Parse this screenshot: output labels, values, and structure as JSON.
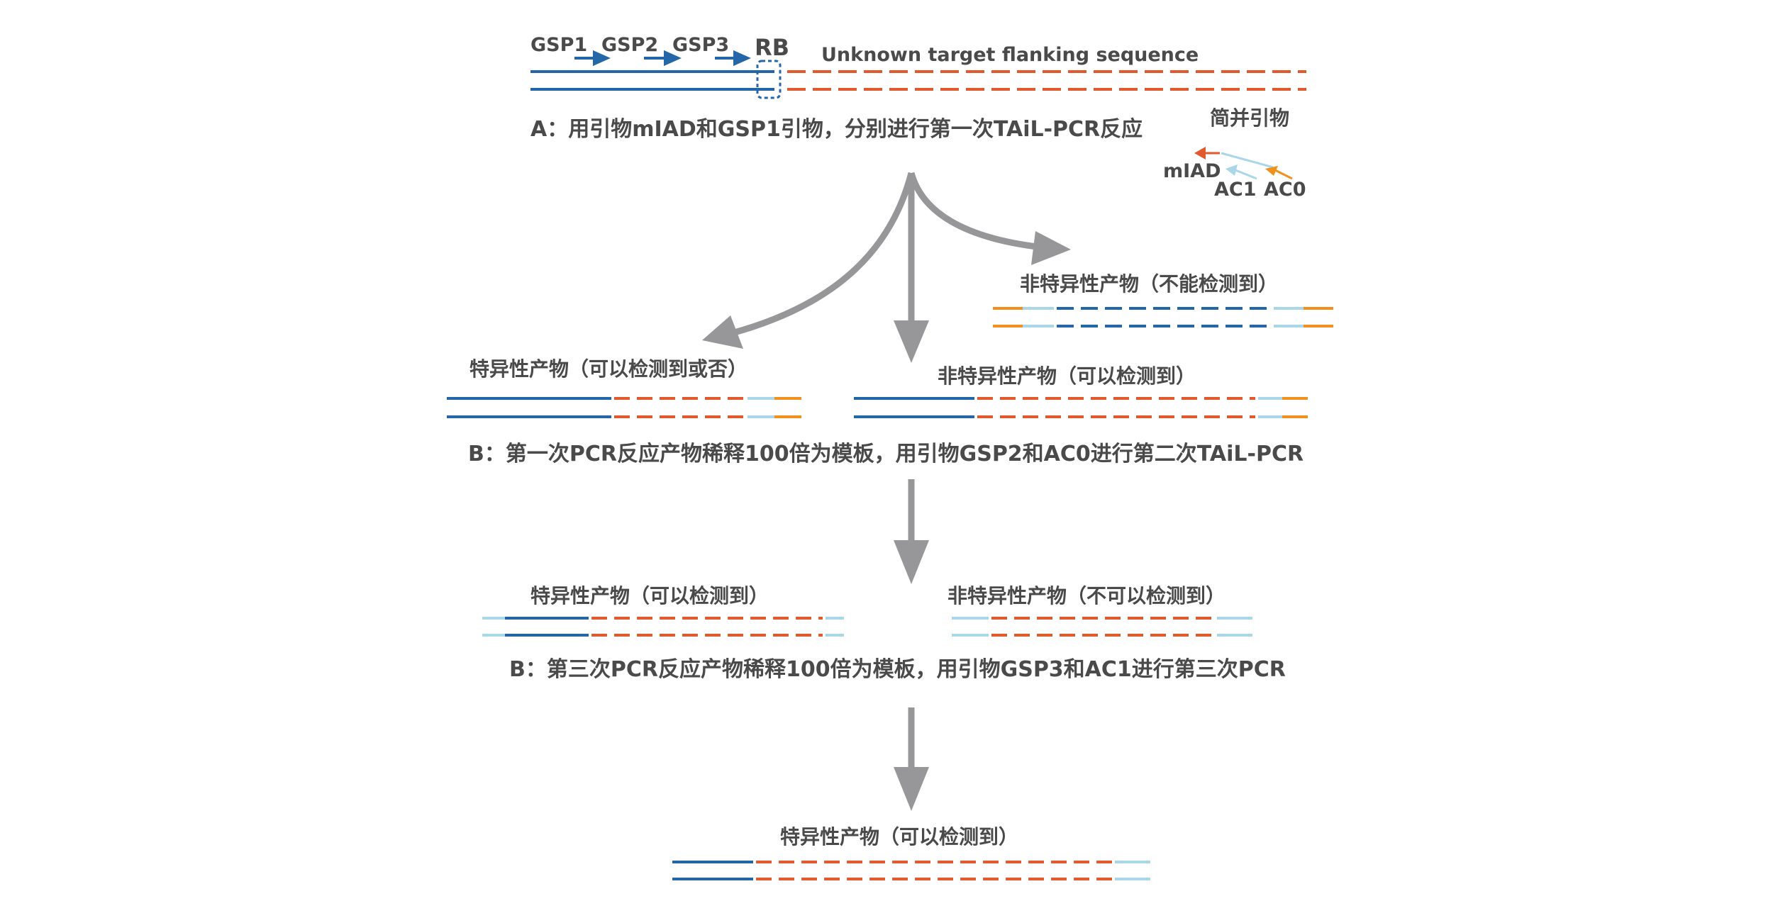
{
  "colors": {
    "dark_blue": "#2467a8",
    "orange_red": "#e05a2e",
    "orange": "#f0901e",
    "light_blue": "#a9d6e8",
    "grey_arrow": "#979799",
    "text": "#4a4a4a"
  },
  "labels": {
    "gsp1": "GSP1",
    "gsp2": "GSP2",
    "gsp3": "GSP3",
    "rb": "RB",
    "unknown": "Unknown target flanking sequence",
    "step_a": "A：用引物mIAD和GSP1引物，分别进行第一次TAiL-PCR反应",
    "degenerate": "简并引物",
    "miad": "mIAD",
    "ac1": "AC1",
    "ac0": "AC0",
    "nonspec_undetect": "非特异性产物（不能检测到）",
    "spec_maybe": "特异性产物（可以检测到或否）",
    "nonspec_detect": "非特异性产物（可以检测到）",
    "step_b1": "B：第一次PCR反应产物稀释100倍为模板，用引物GSP2和AC0进行第二次TAiL-PCR",
    "spec_detect_2": "特异性产物（可以检测到）",
    "nonspec_notdetect": "非特异性产物（不可以检测到）",
    "step_b2": "B：第三次PCR反应产物稀释100倍为模板，用引物GSP3和AC1进行第三次PCR",
    "spec_detect_final": "特异性产物（可以检测到）"
  }
}
